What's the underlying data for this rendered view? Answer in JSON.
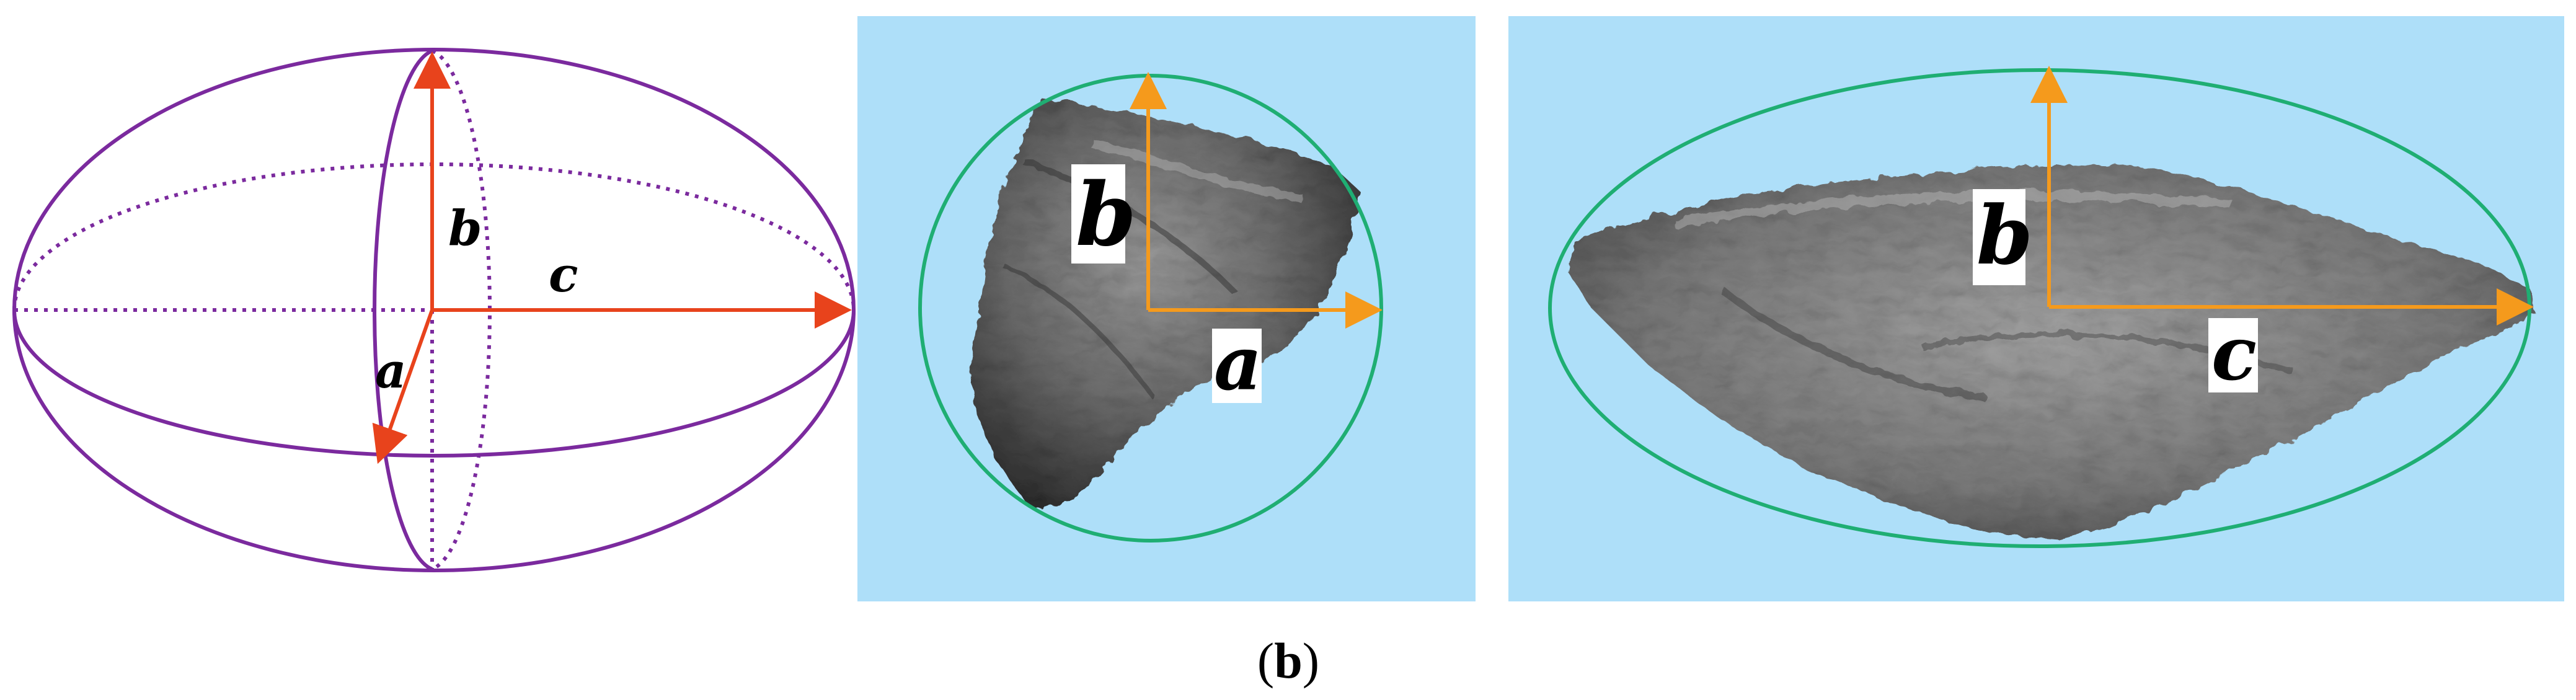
{
  "colors": {
    "ellipsoid": "#7b2a9e",
    "axis_red": "#e8431c",
    "axis_orange": "#f59a1c",
    "fit_ellipse": "#1fae73",
    "panel_bg": "#aedff9",
    "rock_dark": "#3a3a3a",
    "rock_light": "#8a8a8a"
  },
  "ellipsoid": {
    "label_a": "a",
    "label_b": "b",
    "label_c": "c"
  },
  "panel_ab": {
    "label_b": "b",
    "label_a": "a"
  },
  "panel_bc": {
    "label_b": "b",
    "label_c": "c"
  },
  "caption": {
    "open": "(",
    "letter": "b",
    "close": ")"
  }
}
